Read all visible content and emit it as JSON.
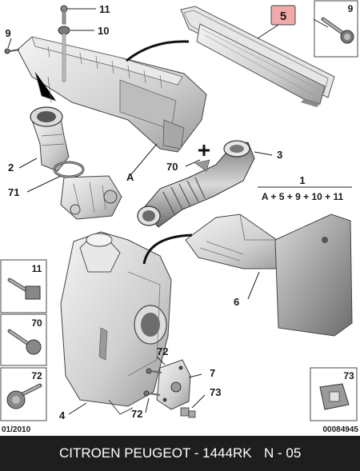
{
  "diagram": {
    "callouts": {
      "c11": "11",
      "c10": "10",
      "c9": "9",
      "c2": "2",
      "c71": "71",
      "cA": "A",
      "c70": "70",
      "c3": "3",
      "c1": "1",
      "formula": "A + 5 + 9 + 10 + 11",
      "c6": "6",
      "c72a": "72",
      "c7": "7",
      "c73": "73",
      "c72b": "72",
      "c4": "4"
    },
    "highlight_part": "5",
    "highlight_color": "#f2a9a9",
    "date_code": "01/2010",
    "ref_code": "00084945",
    "detail_boxes": {
      "b9": "9",
      "b11": "11",
      "b70": "70",
      "b72": "72",
      "b73": "73"
    }
  },
  "footer": {
    "brand_part": "CITROEN PEUGEOT - 1444RK",
    "page": "N - 05"
  }
}
